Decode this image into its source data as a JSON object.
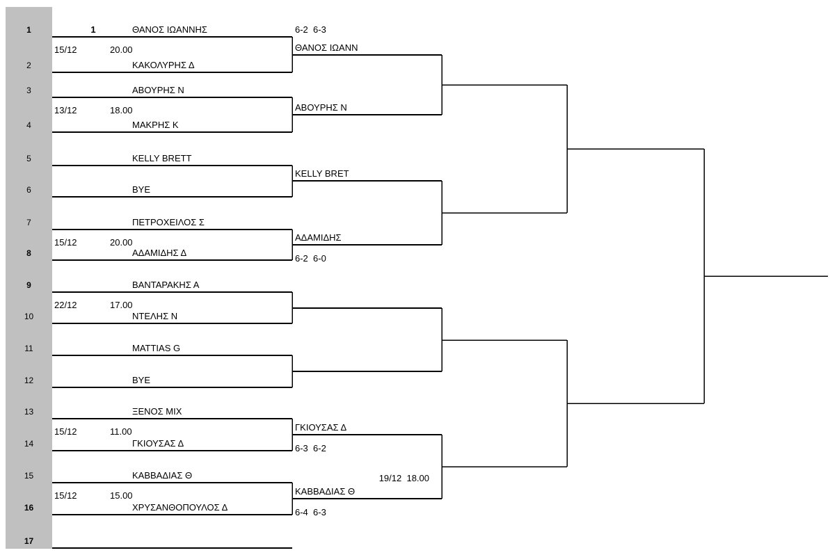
{
  "colors": {
    "sidebar_bg": "#c0c0c0",
    "line": "#000000",
    "text": "#000000"
  },
  "sidebar": {
    "seeds": [
      "1",
      "2",
      "3",
      "4",
      "5",
      "6",
      "7",
      "8",
      "9",
      "10",
      "11",
      "12",
      "13",
      "14",
      "15",
      "16",
      "17"
    ]
  },
  "draw": {
    "seed_marker": "1",
    "positions": [
      {
        "name": "ΘΑΝΟΣ ΙΩΑΝΝΗΣ"
      },
      {
        "name": "ΚΑΚΟΛΥΡΗΣ Δ"
      },
      {
        "name": "ΑΒΟΥΡΗΣ Ν"
      },
      {
        "name": "ΜΑΚΡΗΣ Κ"
      },
      {
        "name": "KELLY BRETT"
      },
      {
        "name": "BYE"
      },
      {
        "name": "ΠΕΤΡΟΧΕΙΛΟΣ Σ"
      },
      {
        "name": "ΑΔΑΜΙΔΗΣ Δ"
      },
      {
        "name": "ΒΑΝΤΑΡΑΚΗΣ Α"
      },
      {
        "name": "ΝΤΕΛΗΣ Ν"
      },
      {
        "name": "MATTIAS G"
      },
      {
        "name": "BYE"
      },
      {
        "name": "ΞΕΝΟΣ ΜΙΧ"
      },
      {
        "name": "ΓΚΙΟΥΣΑΣ Δ"
      },
      {
        "name": "ΚΑΒΒΑΔΙΑΣ Θ"
      },
      {
        "name": "ΧΡΥΣΑΝΘΟΠΟΥΛΟΣ Δ"
      }
    ],
    "round1_matches": [
      {
        "date": "15/12",
        "time": "20.00"
      },
      {
        "date": "13/12",
        "time": "18.00"
      },
      {
        "date": "",
        "time": ""
      },
      {
        "date": "15/12",
        "time": "20.00"
      },
      {
        "date": "22/12",
        "time": "17.00"
      },
      {
        "date": "",
        "time": ""
      },
      {
        "date": "15/12",
        "time": "11.00"
      },
      {
        "date": "15/12",
        "time": "15.00"
      }
    ],
    "round2": [
      {
        "winner": "ΘΑΝΟΣ ΙΩΑΝΝ",
        "score": "6-2  6-3"
      },
      {
        "winner": "ΑΒΟΥΡΗΣ Ν",
        "score": ""
      },
      {
        "winner": "KELLY BRET",
        "score": ""
      },
      {
        "winner": "ΑΔΑΜΙΔΗΣ",
        "score": "6-2  6-0"
      },
      {
        "winner": "",
        "score": ""
      },
      {
        "winner": "",
        "score": ""
      },
      {
        "winner": "ΓΚΙΟΥΣΑΣ Δ",
        "score": "6-3  6-2"
      },
      {
        "winner": "ΚΑΒΒΑΔΙΑΣ Θ",
        "score": "6-4  6-3"
      }
    ],
    "quarterfinal_schedule": "19/12  18.00"
  }
}
